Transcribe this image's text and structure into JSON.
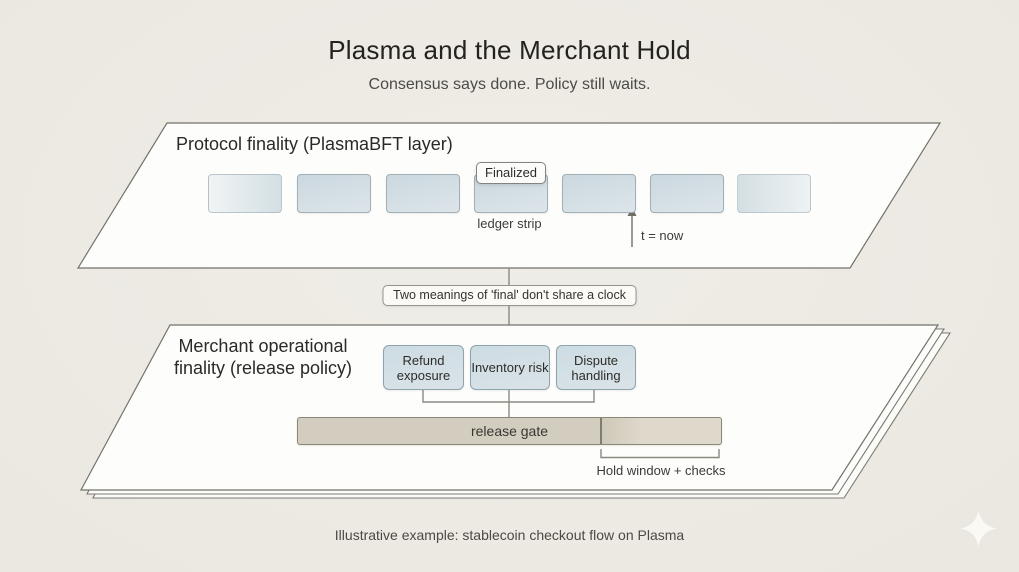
{
  "header": {
    "title": "Plasma and the Merchant Hold",
    "subtitle": "Consensus says done. Policy still waits."
  },
  "top_panel": {
    "title": "Protocol finality (PlasmaBFT layer)",
    "finalized_tag_label": "Finalized",
    "ledger_strip_label": "ledger strip",
    "time_marker_label": "t = now",
    "ledger_block_count": 7
  },
  "clock_note": {
    "label": "Two meanings of 'final' don't share a clock"
  },
  "bottom_panel": {
    "title_line1": "Merchant operational",
    "title_line2": "finality (release policy)",
    "factors": [
      {
        "label": "Refund exposure"
      },
      {
        "label": "Inventory risk"
      },
      {
        "label": "Dispute handling"
      }
    ],
    "release_gate_label": "release gate",
    "hold_window_label": "Hold window + checks"
  },
  "footer": {
    "caption": "Illustrative example: stablecoin checkout flow on Plasma"
  },
  "icons": {
    "bottom_right": "sparkle-icon"
  },
  "colors": {
    "background": "#ebe8e1",
    "panel_fill": "#fdfdfb",
    "panel_border": "#73726b",
    "ledger_block_fill": "#d3dfe4",
    "factor_box_fill": "#cfdde4",
    "release_gate_fill": "#d2cdbf",
    "hold_window_fill": "#ded9cb",
    "connector_line": "#8b8a83",
    "text_primary": "#23221f",
    "text_secondary": "#4d4b45"
  }
}
